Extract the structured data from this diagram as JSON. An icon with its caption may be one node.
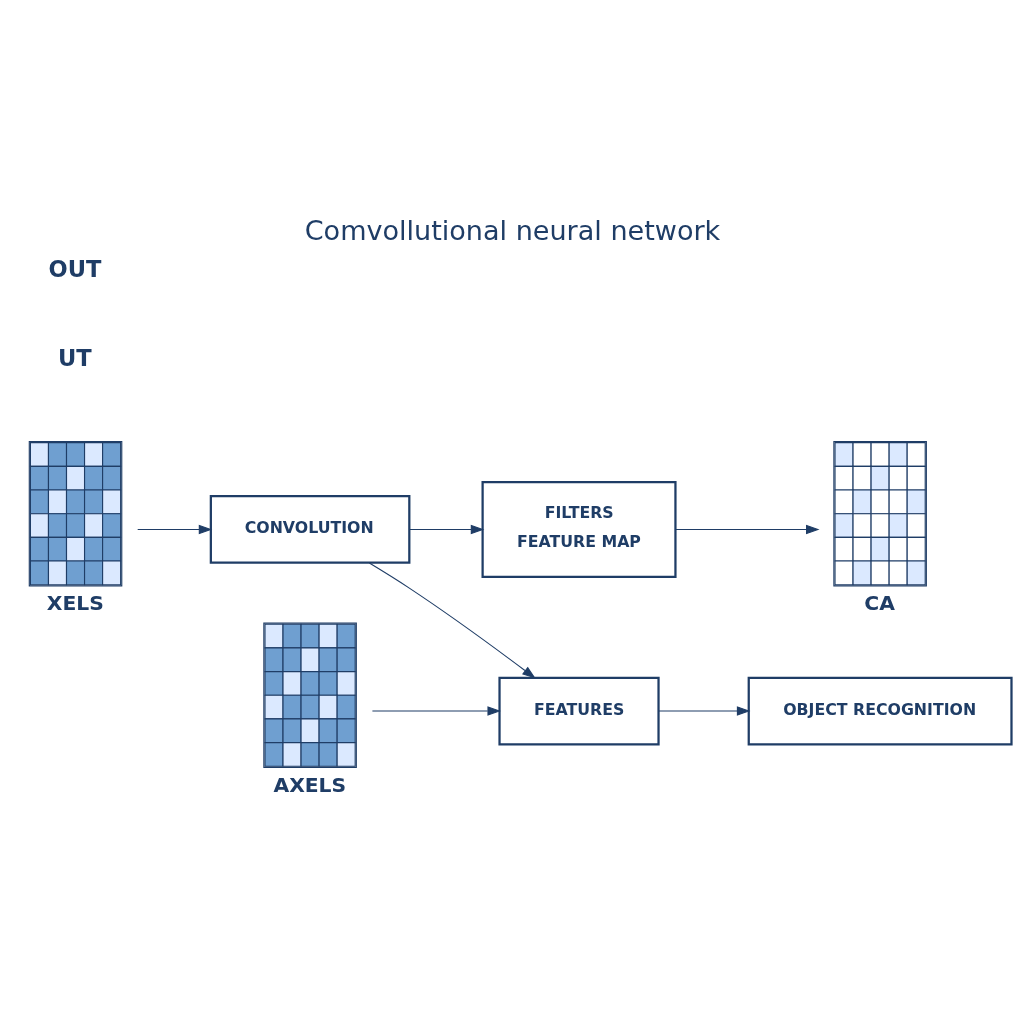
{
  "diagram": {
    "title": "Comvollutional neural network",
    "nodes": [
      {
        "text": [],
        "shape": "picture",
        "beside": [
          "XELS"
        ]
      },
      {
        "text": [
          "CONVOLUTION"
        ]
      },
      {
        "text": [
          "FILTERS",
          "FEATURE MAP"
        ]
      },
      {
        "text": [],
        "shape": "picture",
        "beside": [
          "CA"
        ]
      },
      {
        "text": [],
        "shape": "picture",
        "beside": [
          "AXELS"
        ]
      },
      {
        "text": [
          "FEATURES"
        ]
      },
      {
        "text": [
          "OBJECT RECOGNITION"
        ]
      }
    ],
    "edges": [
      {
        "from": 0,
        "to": 1,
        "arrow": "to"
      },
      {
        "from": 1,
        "to": 2,
        "arrow": "to"
      },
      {
        "from": 2,
        "to": 3,
        "arrow": "to"
      },
      {
        "from": 1,
        "to": 5,
        "arrow": "to"
      },
      {
        "from": 4,
        "to": 5,
        "arrow": "to"
      },
      {
        "from": 5,
        "to": 6,
        "arrow": "to"
      }
    ],
    "labels": [
      "UT",
      "OUT"
    ]
  }
}
